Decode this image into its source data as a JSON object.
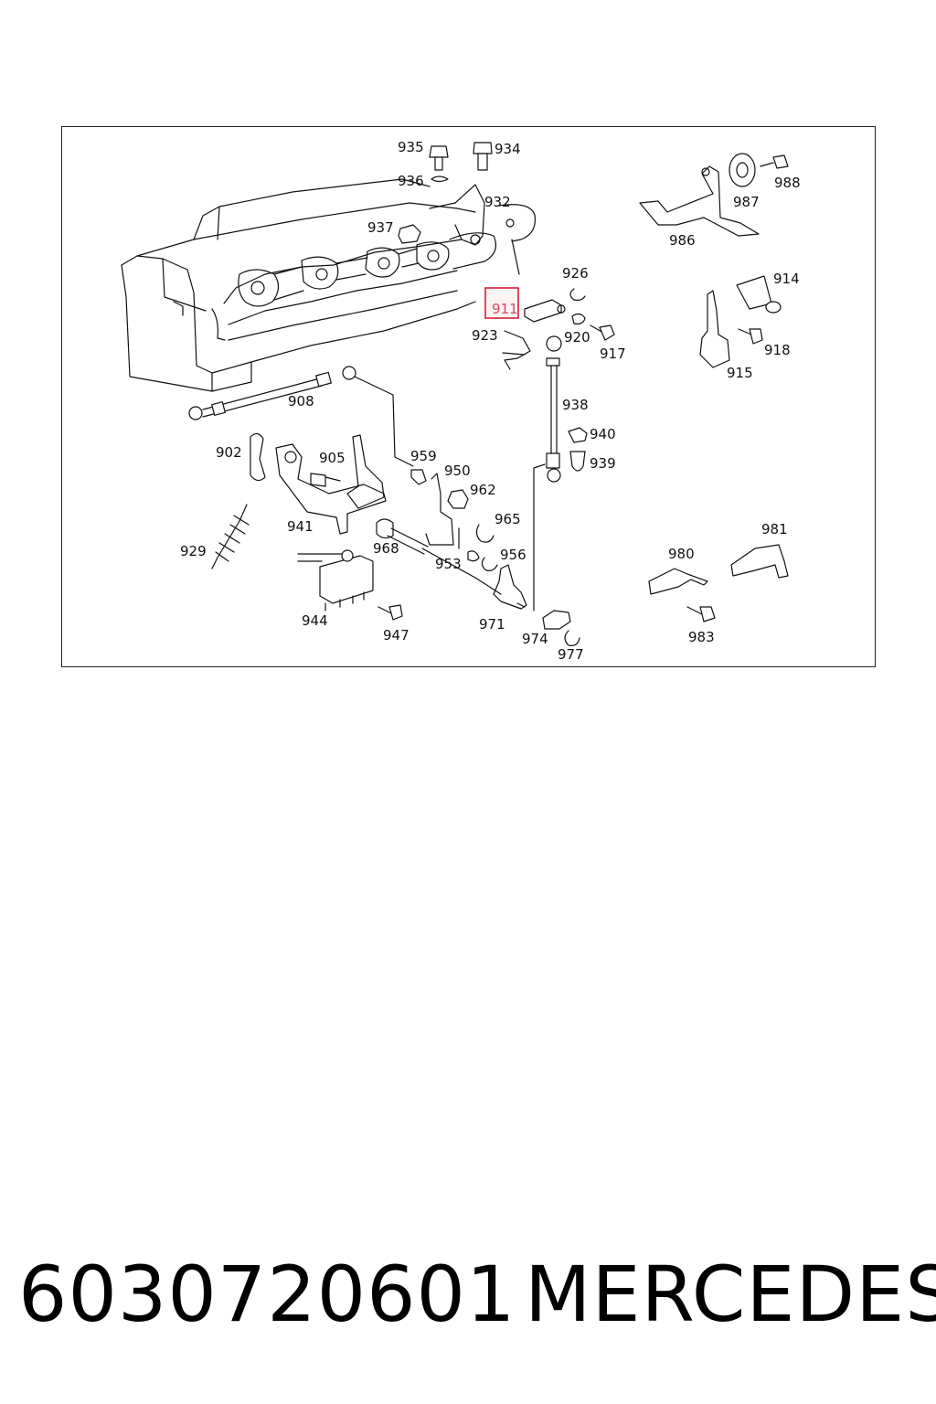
{
  "diagram": {
    "part_labels": [
      "935",
      "934",
      "936",
      "932",
      "937",
      "911",
      "926",
      "923",
      "920",
      "917",
      "908",
      "938",
      "940",
      "939",
      "902",
      "905",
      "959",
      "950",
      "962",
      "965",
      "929",
      "941",
      "968",
      "956",
      "953",
      "944",
      "947",
      "971",
      "974",
      "977",
      "986",
      "987",
      "988",
      "914",
      "918",
      "915",
      "980",
      "981",
      "983"
    ],
    "highlighted_part": "911",
    "highlight_color": "#d91e34"
  },
  "footer": {
    "part_number": "6030720601",
    "brand": "MERCEDES"
  }
}
